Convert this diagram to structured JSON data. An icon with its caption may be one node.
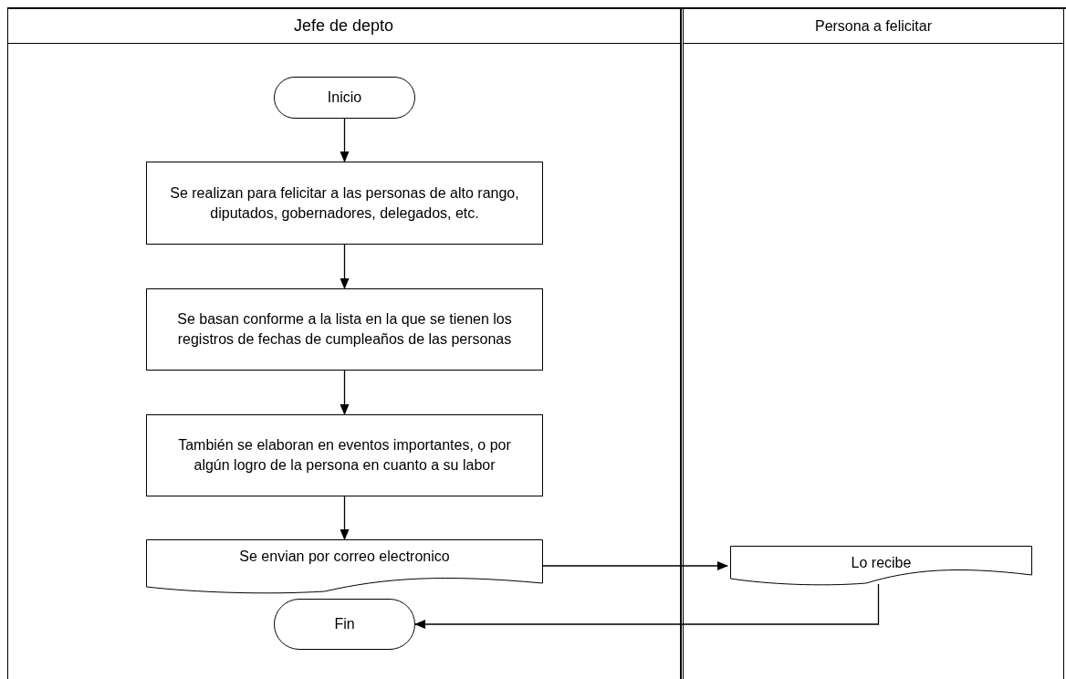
{
  "diagram": {
    "nodes": [
      {
        "text": [
          "Jefe de depto"
        ]
      },
      {
        "text": [
          "Persona a felicitar"
        ]
      },
      {
        "text": [
          "Inicio"
        ],
        "in": 0
      },
      {
        "text": [
          "Se realizan para felicitar a las personas de alto rango, diputados, gobernadores, delegados, etc."
        ],
        "in": 0
      },
      {
        "text": [
          "Se basan conforme a la lista en la que se tienen los registros de fechas de cumpleaños de las personas"
        ],
        "in": 0
      },
      {
        "text": [
          "También se elaboran en eventos importantes, o por algún logro de la persona en cuanto a su labor"
        ],
        "in": 0
      },
      {
        "text": [
          "Se envian por correo electronico"
        ],
        "in": 0
      },
      {
        "text": [
          "Lo recibe"
        ],
        "in": 1
      },
      {
        "text": [
          "Fin"
        ],
        "in": 0
      }
    ],
    "edges": [
      {
        "from": 2,
        "to": 3,
        "arrow": "to"
      },
      {
        "from": 3,
        "to": 4,
        "arrow": "to"
      },
      {
        "from": 4,
        "to": 5,
        "arrow": "to"
      },
      {
        "from": 5,
        "to": 6,
        "arrow": "to"
      },
      {
        "from": 6,
        "to": 7,
        "arrow": "to"
      },
      {
        "from": 7,
        "to": 8,
        "arrow": "to"
      }
    ]
  }
}
